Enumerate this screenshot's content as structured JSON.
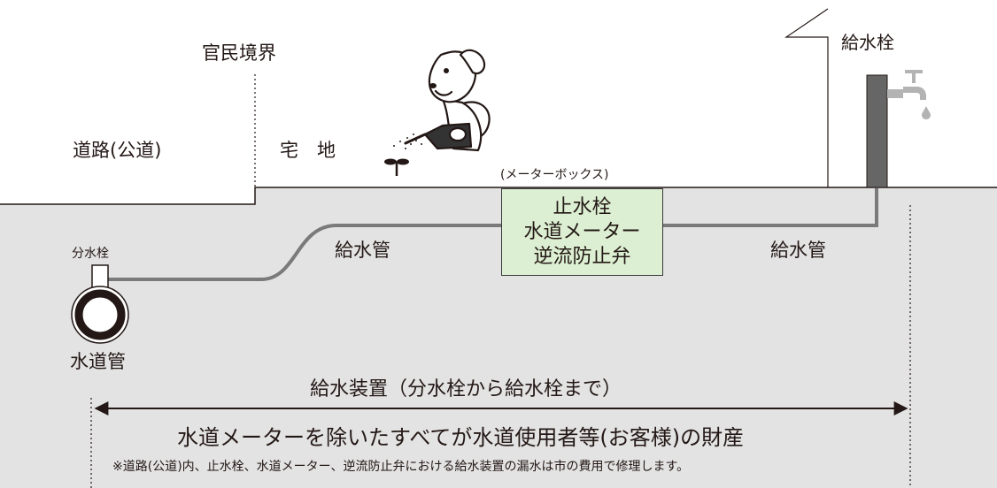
{
  "labels": {
    "boundary": "官民境界",
    "road": "道路(公道)",
    "residential": "宅　地",
    "hydrant_top": "給水栓",
    "meter_box_caption": "(メーターボックス)",
    "meter_box_lines": [
      "止水栓",
      "水道メーター",
      "逆流防止弁"
    ],
    "branch_valve": "分水栓",
    "supply_pipe_left": "給水管",
    "supply_pipe_right": "給水管",
    "water_main": "水道管",
    "range_title": "給水装置（分水栓から給水栓まで）",
    "ownership": "水道メーターを除いたすべてが水道使用者等(お客様)の財産",
    "note": "※道路(公道)内、止水栓、水道メーター、逆流防止弁における給水装置の漏水は市の費用で修理します。"
  },
  "icons": {
    "dog": "dog-with-watering-can-icon",
    "sprout": "sprout-icon",
    "faucet": "faucet-icon"
  },
  "colors": {
    "ground": "#e3e3e3",
    "meter_box_fill": "#dcefd2",
    "pipe": "#7a7a7a",
    "post": "#666666",
    "text": "#231815"
  }
}
